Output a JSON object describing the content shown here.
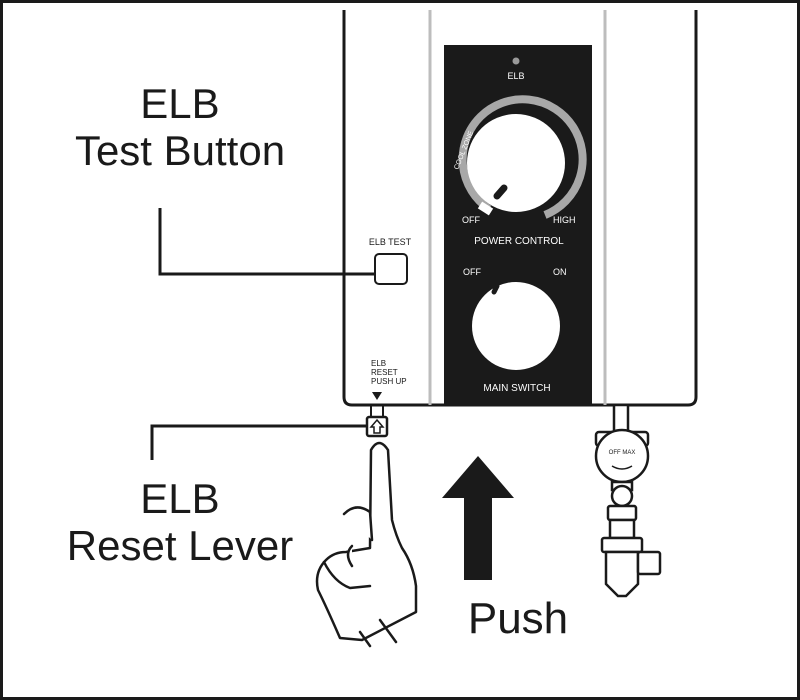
{
  "callouts": {
    "elb_test": {
      "line1": "ELB",
      "line2": "Test Button"
    },
    "elb_reset": {
      "line1": "ELB",
      "line2": "Reset Lever"
    },
    "push": "Push"
  },
  "heater": {
    "elb_indicator": "ELB",
    "cool_zone": "COOL ZONE",
    "power_off": "OFF",
    "power_high": "HIGH",
    "power_control": "POWER CONTROL",
    "switch_off": "OFF",
    "switch_on": "ON",
    "main_switch": "MAIN SWITCH",
    "elb_test": "ELB TEST",
    "reset_label": [
      "ELB",
      "RESET",
      "PUSH UP"
    ],
    "valve_label": "OFF MAX"
  },
  "colors": {
    "ink": "#1a1a1a",
    "panel": "#1a1a1a",
    "dial_track": "#a8a8a8",
    "background": "#ffffff"
  }
}
